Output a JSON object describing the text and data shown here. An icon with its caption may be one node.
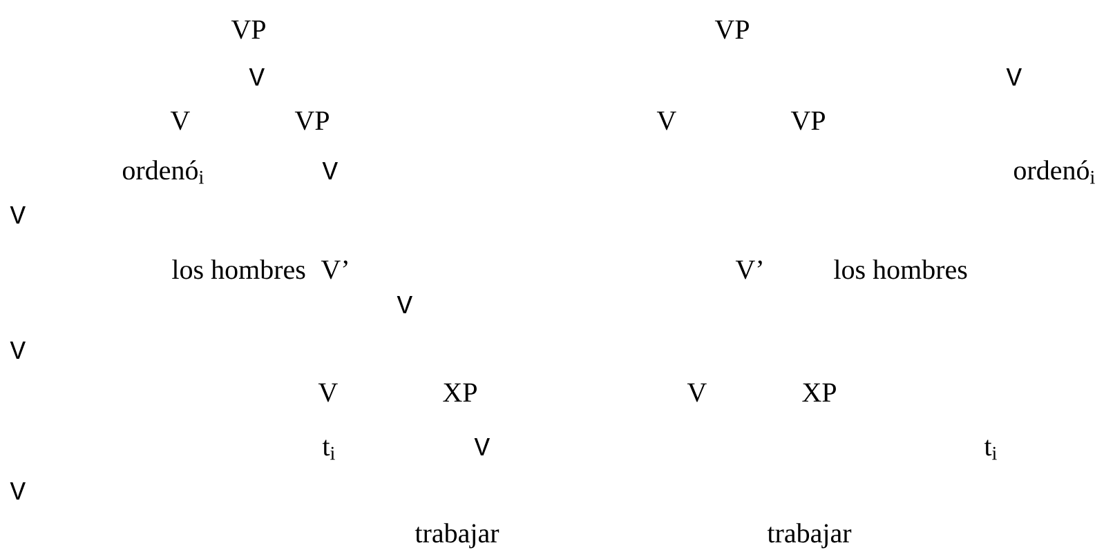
{
  "diagram": {
    "labels": [
      "VP",
      "VP",
      "V",
      "V",
      "V",
      "VP",
      "V",
      "VP",
      "ordenó$_{i}$",
      "V",
      "ordenó$_{i}$",
      "V",
      "los hombres",
      "V’",
      "V’",
      "los hombres",
      "V",
      "V",
      "V",
      "XP",
      "V",
      "XP",
      "t$_{i}$",
      "V",
      "t$_{i}$",
      "V",
      "trabajar",
      "trabajar"
    ]
  }
}
